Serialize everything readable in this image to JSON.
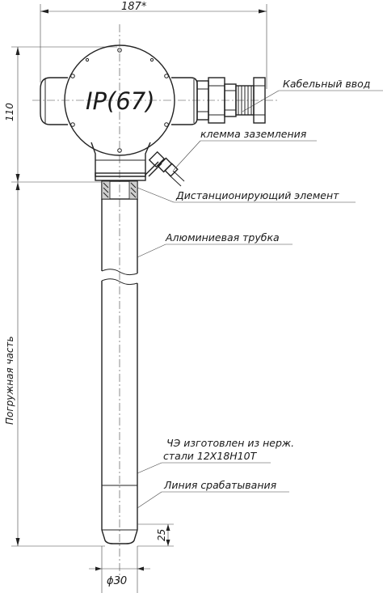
{
  "dimensions": {
    "width_top": "187*",
    "height_head": "110",
    "immersion": "Погружная часть",
    "tip_length": "25",
    "diameter": "ϕ30"
  },
  "head": {
    "protection_rating": "IP(67)"
  },
  "callouts": {
    "cable_entry": "Кабельный ввод",
    "ground_terminal": "клемма заземления",
    "spacer": "Дистанционирующий элемент",
    "aluminum_tube": "Алюминиевая трубка",
    "material_line1": "ЧЭ изготовлен из нерж.",
    "material_line2": "стали 12Х18Н10Т",
    "trigger_line": "Линия срабатывания"
  }
}
